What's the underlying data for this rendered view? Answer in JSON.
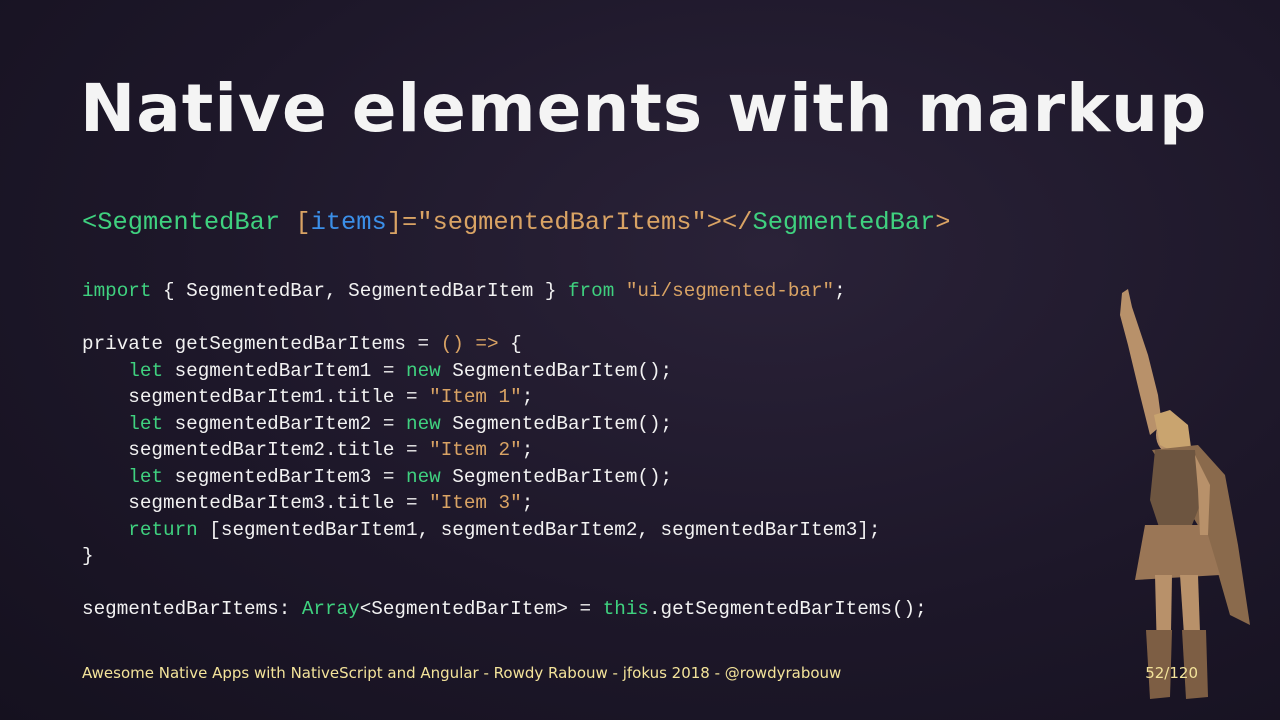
{
  "title": "Native elements with markup",
  "tagline": [
    {
      "t": "<SegmentedBar ",
      "c": "kw"
    },
    {
      "t": "[",
      "c": "str"
    },
    {
      "t": "items",
      "c": "attr"
    },
    {
      "t": "]=\"segmentedBarItems\"></",
      "c": "str"
    },
    {
      "t": "SegmentedBar",
      "c": "kw"
    },
    {
      "t": ">",
      "c": "str"
    }
  ],
  "code_lines": [
    [
      {
        "t": "import",
        "c": "kw"
      },
      {
        "t": " { SegmentedBar, SegmentedBarItem } ",
        "c": "pl"
      },
      {
        "t": "from",
        "c": "kw"
      },
      {
        "t": " \"ui/segmented-bar\"",
        "c": "str"
      },
      {
        "t": ";",
        "c": "pl"
      }
    ],
    [],
    [
      {
        "t": "private getSegmentedBarItems = ",
        "c": "pl"
      },
      {
        "t": "() =>",
        "c": "str"
      },
      {
        "t": " {",
        "c": "pl"
      }
    ],
    [
      {
        "t": "    ",
        "c": "pl"
      },
      {
        "t": "let",
        "c": "kw"
      },
      {
        "t": " segmentedBarItem1 = ",
        "c": "pl"
      },
      {
        "t": "new",
        "c": "kw"
      },
      {
        "t": " SegmentedBarItem();",
        "c": "pl"
      }
    ],
    [
      {
        "t": "    segmentedBarItem1.title = ",
        "c": "pl"
      },
      {
        "t": "\"Item 1\"",
        "c": "str"
      },
      {
        "t": ";",
        "c": "pl"
      }
    ],
    [
      {
        "t": "    ",
        "c": "pl"
      },
      {
        "t": "let",
        "c": "kw"
      },
      {
        "t": " segmentedBarItem2 = ",
        "c": "pl"
      },
      {
        "t": "new",
        "c": "kw"
      },
      {
        "t": " SegmentedBarItem();",
        "c": "pl"
      }
    ],
    [
      {
        "t": "    segmentedBarItem2.title = ",
        "c": "pl"
      },
      {
        "t": "\"Item 2\"",
        "c": "str"
      },
      {
        "t": ";",
        "c": "pl"
      }
    ],
    [
      {
        "t": "    ",
        "c": "pl"
      },
      {
        "t": "let",
        "c": "kw"
      },
      {
        "t": " segmentedBarItem3 = ",
        "c": "pl"
      },
      {
        "t": "new",
        "c": "kw"
      },
      {
        "t": " SegmentedBarItem();",
        "c": "pl"
      }
    ],
    [
      {
        "t": "    segmentedBarItem3.title = ",
        "c": "pl"
      },
      {
        "t": "\"Item 3\"",
        "c": "str"
      },
      {
        "t": ";",
        "c": "pl"
      }
    ],
    [
      {
        "t": "    ",
        "c": "pl"
      },
      {
        "t": "return",
        "c": "kw"
      },
      {
        "t": " [segmentedBarItem1, segmentedBarItem2, segmentedBarItem3];",
        "c": "pl"
      }
    ],
    [
      {
        "t": "}",
        "c": "pl"
      }
    ],
    [],
    [
      {
        "t": "segmentedBarItems: ",
        "c": "pl"
      },
      {
        "t": "Array",
        "c": "kw"
      },
      {
        "t": "<SegmentedBarItem> = ",
        "c": "pl"
      },
      {
        "t": "this",
        "c": "kw"
      },
      {
        "t": ".getSegmentedBarItems();",
        "c": "pl"
      }
    ]
  ],
  "footer": "Awesome Native Apps with NativeScript and Angular - Rowdy Rabouw - jfokus 2018 - @rowdyrabouw",
  "page_number": "52/120",
  "colors": {
    "keyword": "#3fd17f",
    "string": "#d9a364",
    "attribute": "#3b8fe8",
    "text": "#f2f2f2",
    "footer": "#f3e39a",
    "background": "#1d1729"
  }
}
